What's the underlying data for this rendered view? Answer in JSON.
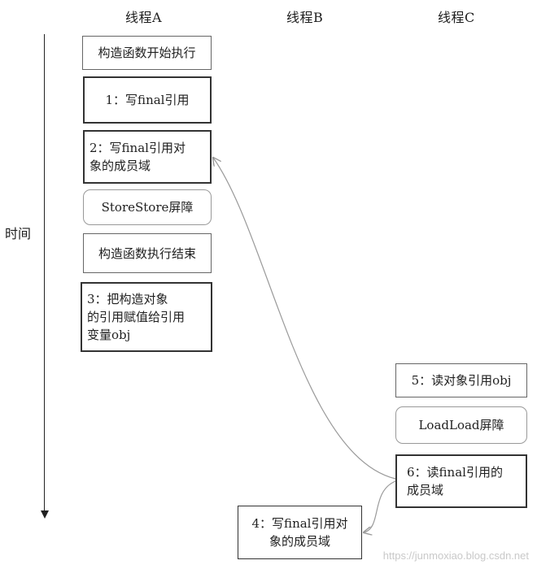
{
  "headers": {
    "thread_a": "线程A",
    "thread_b": "线程B",
    "thread_c": "线程C"
  },
  "time_label": "时间",
  "boxes": {
    "a_ctor_start": "构造函数开始执行",
    "a_step1": "1：写final引用",
    "a_step2": "2：写final引用对\n象的成员域",
    "a_storestore": "StoreStore屏障",
    "a_ctor_end": "构造函数执行结束",
    "a_step3": "3：把构造对象\n的引用赋值给引用\n变量obj",
    "c_step5": "5：读对象引用obj",
    "c_loadload": "LoadLoad屏障",
    "c_step6": "6：读final引用的\n成员域",
    "b_step4": "4：写final引用对\n象的成员域"
  },
  "watermark": "https://junmoxiao.blog.csdn.net",
  "colors": {
    "connector": "#9a9a9a",
    "axis": "#222222"
  }
}
